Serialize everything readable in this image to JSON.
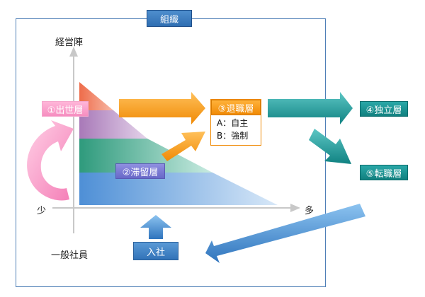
{
  "title": "組織",
  "axes": {
    "y_top": "経営陣",
    "y_bottom": "一般社員",
    "x_left": "少",
    "x_right": "多"
  },
  "boxes": {
    "promotion": "①出世層",
    "stagnant": "②滞留層",
    "retire": "③退職層",
    "retire_a": "A：自主",
    "retire_b": "B：強制",
    "independent": "④独立層",
    "transfer": "⑤転職層",
    "join": "入社"
  },
  "colors": {
    "frame": "#4f7fb7",
    "layer_top": "#f08060",
    "layer_2": "#b98bc4",
    "layer_3": "#3aa88c",
    "layer_4": "#6fa6e0",
    "arrow_orange": "#f59a1c",
    "arrow_teal": "#1f9a9a",
    "arrow_blue": "#3f86cf",
    "arrow_pink": "#f78fbf"
  }
}
